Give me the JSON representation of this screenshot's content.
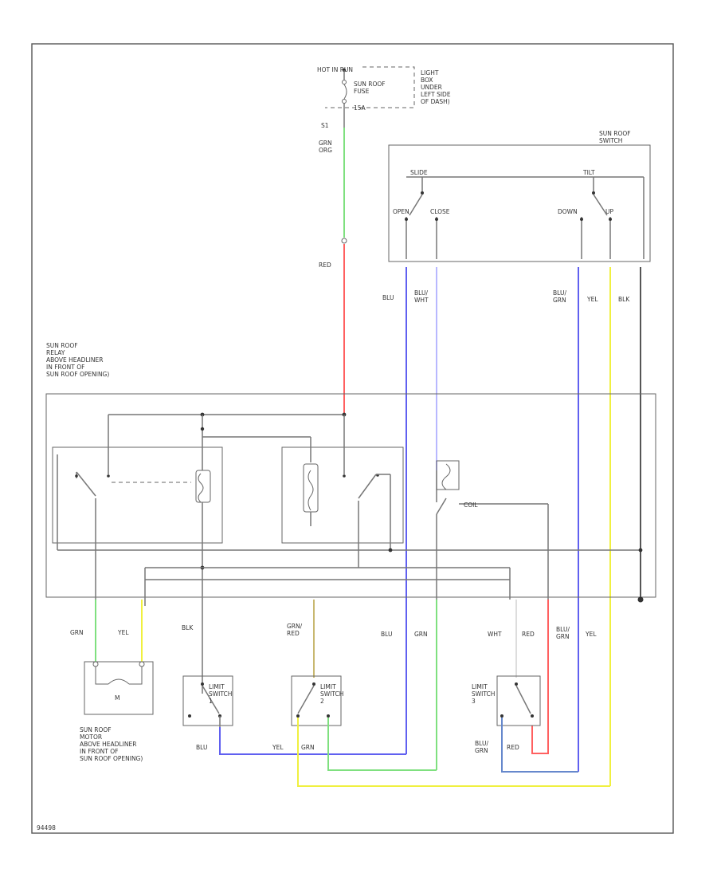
{
  "colors": {
    "grn": "#7fe07f",
    "red": "#ff6060",
    "blu": "#6060f0",
    "yel": "#f0f040",
    "blk": "#555555",
    "blu_wht": "#b8b8ff",
    "grn_red": "#c8b870",
    "wht": "#dddddd",
    "blu_grn": "#6688cc"
  },
  "texts": {
    "hot_in_run": "HOT IN RUN",
    "fuse_name": "SUN ROOF\nFUSE",
    "fuse_amp": "15A",
    "fuse_loc": "LIGHT\nBOX\nUNDER\nLEFT SIDE\nOF DASH)",
    "fuse_num": "S1",
    "w_grnorg": "GRN\nORG",
    "w_red_top": "RED",
    "switch_name": "SUN ROOF\nSWITCH",
    "sw_slide": "SLIDE",
    "sw_tilt": "TILT",
    "sw_open": "OPEN",
    "sw_close": "CLOSE",
    "sw_down": "DOWN",
    "sw_up": "UP",
    "w_blu_1": "BLU",
    "w_bluwht": "BLU/\nWHT",
    "w_blugrn_1": "BLU/\nGRN",
    "w_yel_1": "YEL",
    "w_blk_1": "BLK",
    "relay_name": "SUN ROOF\nRELAY\nABOVE HEADLINER\nIN FRONT OF\nSUN ROOF OPENING)",
    "coil_label": "COIL",
    "w_grn_m": "GRN",
    "w_yel_m": "YEL",
    "w_blk_m": "BLK",
    "w_grnred": "GRN/\nRED",
    "w_blu_m": "BLU",
    "w_grn_m2": "GRN",
    "w_wht": "WHT",
    "w_red_m": "RED",
    "w_blugrn_m": "BLU/\nGRN",
    "w_yel_m2": "YEL",
    "motor_m": "M",
    "motor_name": "SUN ROOF\nMOTOR\nABOVE HEADLINER\nIN FRONT OF\nSUN ROOF OPENING)",
    "ls1_name": "LIMIT\nSWITCH\n1",
    "ls2_name": "LIMIT\nSWITCH\n2",
    "ls3_name": "LIMIT\nSWITCH\n3",
    "b_blu": "BLU",
    "b_yel": "YEL",
    "b_grn": "GRN",
    "b_blugrn": "BLU/\nGRN",
    "b_red": "RED",
    "footer_code": "94498"
  }
}
